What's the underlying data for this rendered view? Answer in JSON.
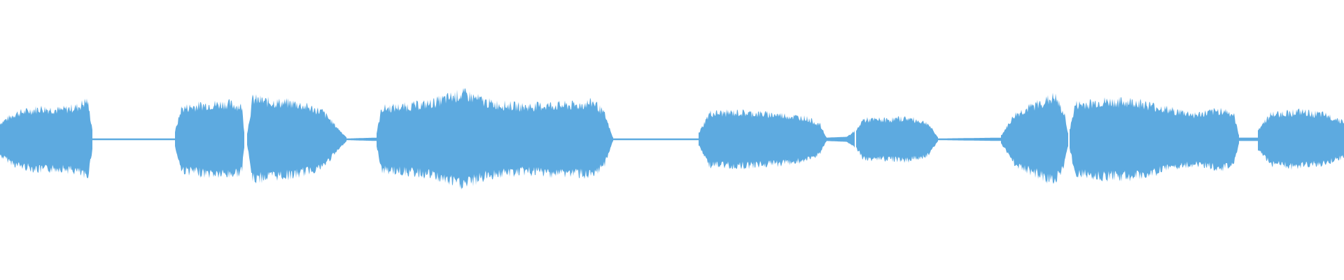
{
  "waveform": {
    "color": "#5DAAE0",
    "background": "#FFFFFF",
    "amplitude_scale": 1.0,
    "segments": [
      {
        "name": "segment-1",
        "start": 0.0,
        "end": 0.069,
        "envelope": [
          [
            0.0,
            0.2
          ],
          [
            0.012,
            0.32
          ],
          [
            0.03,
            0.38
          ],
          [
            0.045,
            0.36
          ],
          [
            0.058,
            0.4
          ],
          [
            0.065,
            0.48
          ],
          [
            0.069,
            0.1
          ]
        ]
      },
      {
        "name": "silence-1",
        "start": 0.069,
        "end": 0.13,
        "envelope": [
          [
            0.069,
            0.01
          ],
          [
            0.13,
            0.01
          ]
        ]
      },
      {
        "name": "segment-2",
        "start": 0.13,
        "end": 0.182,
        "envelope": [
          [
            0.13,
            0.08
          ],
          [
            0.135,
            0.38
          ],
          [
            0.15,
            0.42
          ],
          [
            0.17,
            0.44
          ],
          [
            0.18,
            0.4
          ],
          [
            0.182,
            0.05
          ]
        ]
      },
      {
        "name": "segment-3",
        "start": 0.184,
        "end": 0.258,
        "envelope": [
          [
            0.184,
            0.08
          ],
          [
            0.188,
            0.5
          ],
          [
            0.2,
            0.46
          ],
          [
            0.22,
            0.44
          ],
          [
            0.24,
            0.34
          ],
          [
            0.25,
            0.16
          ],
          [
            0.258,
            0.02
          ]
        ]
      },
      {
        "name": "silence-2",
        "start": 0.258,
        "end": 0.28,
        "envelope": [
          [
            0.258,
            0.01
          ],
          [
            0.28,
            0.02
          ]
        ]
      },
      {
        "name": "segment-4",
        "start": 0.28,
        "end": 0.456,
        "envelope": [
          [
            0.28,
            0.06
          ],
          [
            0.284,
            0.38
          ],
          [
            0.3,
            0.4
          ],
          [
            0.32,
            0.44
          ],
          [
            0.335,
            0.52
          ],
          [
            0.345,
            0.56
          ],
          [
            0.365,
            0.44
          ],
          [
            0.39,
            0.4
          ],
          [
            0.41,
            0.42
          ],
          [
            0.43,
            0.42
          ],
          [
            0.442,
            0.46
          ],
          [
            0.45,
            0.3
          ],
          [
            0.456,
            0.02
          ]
        ]
      },
      {
        "name": "silence-3",
        "start": 0.456,
        "end": 0.52,
        "envelope": [
          [
            0.456,
            0.01
          ],
          [
            0.52,
            0.01
          ]
        ]
      },
      {
        "name": "segment-5",
        "start": 0.52,
        "end": 0.615,
        "envelope": [
          [
            0.52,
            0.08
          ],
          [
            0.528,
            0.32
          ],
          [
            0.55,
            0.33
          ],
          [
            0.58,
            0.3
          ],
          [
            0.6,
            0.26
          ],
          [
            0.61,
            0.18
          ],
          [
            0.615,
            0.02
          ]
        ]
      },
      {
        "name": "silence-4",
        "start": 0.615,
        "end": 0.636,
        "envelope": [
          [
            0.615,
            0.02
          ],
          [
            0.63,
            0.03
          ],
          [
            0.636,
            0.1
          ]
        ]
      },
      {
        "name": "segment-6",
        "start": 0.637,
        "end": 0.698,
        "envelope": [
          [
            0.637,
            0.1
          ],
          [
            0.642,
            0.24
          ],
          [
            0.66,
            0.24
          ],
          [
            0.675,
            0.26
          ],
          [
            0.69,
            0.2
          ],
          [
            0.698,
            0.02
          ]
        ]
      },
      {
        "name": "silence-5",
        "start": 0.698,
        "end": 0.745,
        "envelope": [
          [
            0.698,
            0.01
          ],
          [
            0.745,
            0.02
          ]
        ]
      },
      {
        "name": "segment-7",
        "start": 0.745,
        "end": 0.795,
        "envelope": [
          [
            0.745,
            0.05
          ],
          [
            0.755,
            0.3
          ],
          [
            0.77,
            0.42
          ],
          [
            0.785,
            0.52
          ],
          [
            0.792,
            0.3
          ],
          [
            0.795,
            0.06
          ]
        ]
      },
      {
        "name": "segment-8",
        "start": 0.796,
        "end": 0.922,
        "envelope": [
          [
            0.796,
            0.12
          ],
          [
            0.8,
            0.42
          ],
          [
            0.82,
            0.46
          ],
          [
            0.845,
            0.46
          ],
          [
            0.87,
            0.36
          ],
          [
            0.89,
            0.3
          ],
          [
            0.91,
            0.36
          ],
          [
            0.918,
            0.3
          ],
          [
            0.922,
            0.04
          ]
        ]
      },
      {
        "name": "silence-6",
        "start": 0.922,
        "end": 0.936,
        "envelope": [
          [
            0.922,
            0.02
          ],
          [
            0.936,
            0.02
          ]
        ]
      },
      {
        "name": "segment-9",
        "start": 0.936,
        "end": 1.0,
        "envelope": [
          [
            0.936,
            0.12
          ],
          [
            0.945,
            0.3
          ],
          [
            0.965,
            0.34
          ],
          [
            0.985,
            0.3
          ],
          [
            1.0,
            0.22
          ]
        ]
      }
    ]
  }
}
